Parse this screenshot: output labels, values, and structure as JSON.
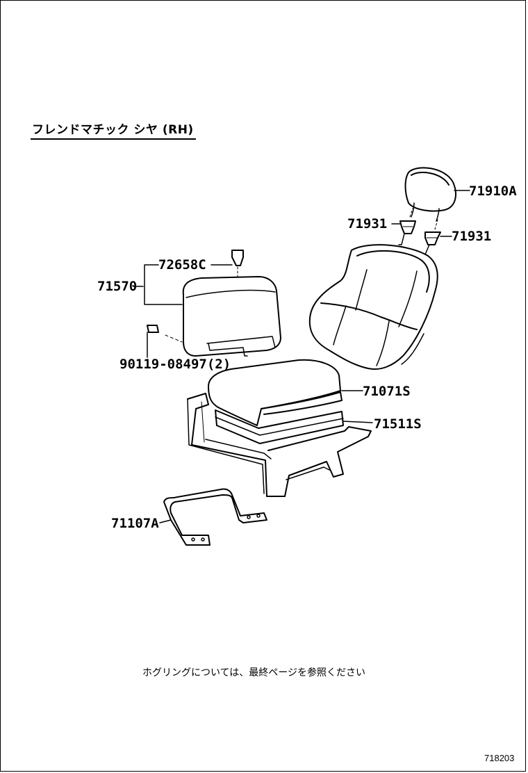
{
  "title": "フレンドマチック シヤ (RH)",
  "parts": {
    "p71910A": "71910A",
    "p71931_left": "71931",
    "p71931_right": "71931",
    "p72658C": "72658C",
    "p71570": "71570",
    "p90119": "90119-08497(2)",
    "p71071S": "71071S",
    "p71511S": "71511S",
    "p71107A": "71107A"
  },
  "note": "ホグリングについては、最終ページを参照ください",
  "figure_number": "718203"
}
